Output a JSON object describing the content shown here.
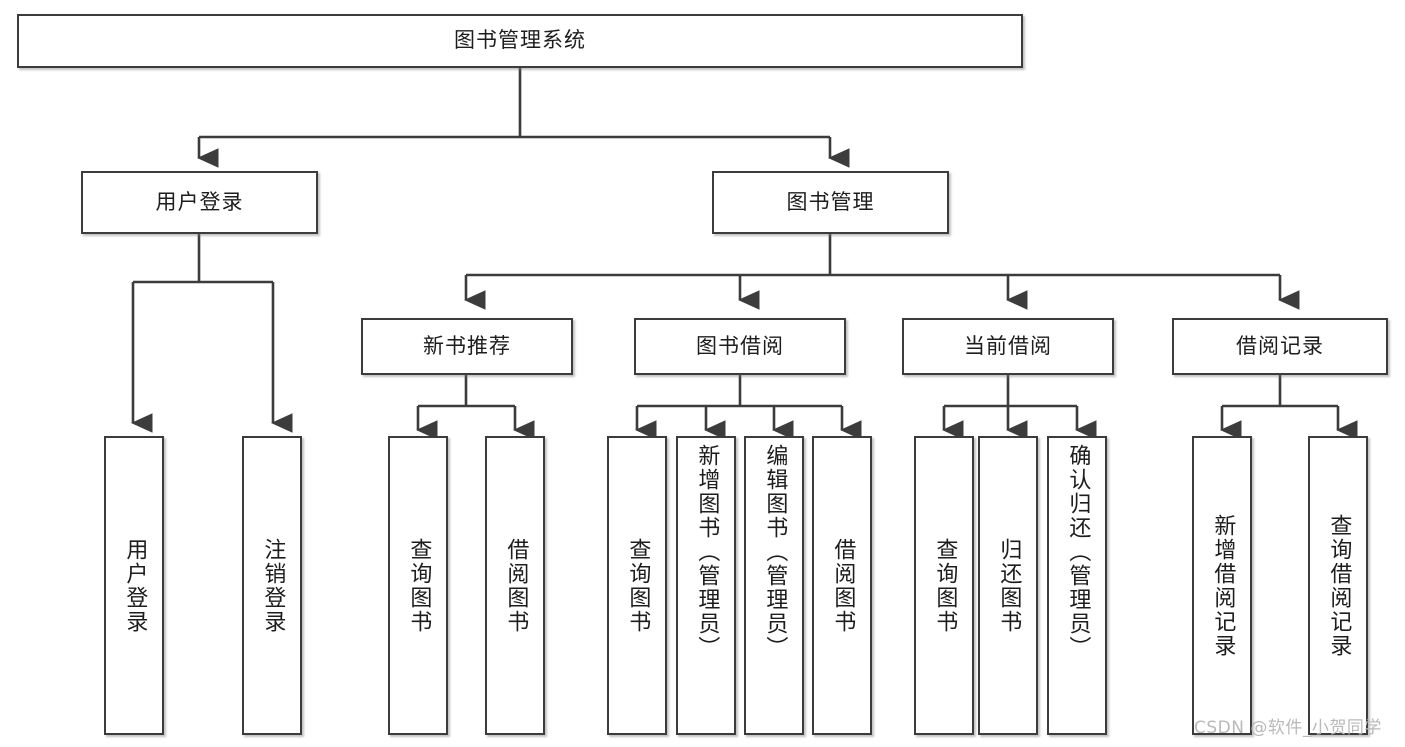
{
  "diagram": {
    "title_node": {
      "label": "图书管理系统"
    },
    "level2": [
      {
        "id": "user-login",
        "label": "用户登录"
      },
      {
        "id": "book-management",
        "label": "图书管理"
      }
    ],
    "level3": [
      {
        "id": "new-book-recommend",
        "label": "新书推荐"
      },
      {
        "id": "book-borrow",
        "label": "图书借阅"
      },
      {
        "id": "current-borrow",
        "label": "当前借阅"
      },
      {
        "id": "borrow-record",
        "label": "借阅记录"
      }
    ],
    "leaves": {
      "user_login": [
        {
          "id": "leaf-user-login",
          "label": "用户登录"
        },
        {
          "id": "leaf-user-logout",
          "label": "注销登录"
        }
      ],
      "new_book_recommend": [
        {
          "id": "leaf-query-book-1",
          "label": "查询图书"
        },
        {
          "id": "leaf-borrow-book-1",
          "label": "借阅图书"
        }
      ],
      "book_borrow": [
        {
          "id": "leaf-query-book-2",
          "label": "查询图书"
        },
        {
          "id": "leaf-add-book",
          "label": "新增图书（管理员）"
        },
        {
          "id": "leaf-edit-book",
          "label": "编辑图书（管理员）"
        },
        {
          "id": "leaf-borrow-book-2",
          "label": "借阅图书"
        }
      ],
      "current_borrow": [
        {
          "id": "leaf-query-book-3",
          "label": "查询图书"
        },
        {
          "id": "leaf-return-book",
          "label": "归还图书"
        },
        {
          "id": "leaf-confirm-return",
          "label": "确认归还（管理员）"
        }
      ],
      "borrow_record": [
        {
          "id": "leaf-add-record",
          "label": "新增借阅记录"
        },
        {
          "id": "leaf-query-record",
          "label": "查询借阅记录"
        }
      ]
    },
    "colors": {
      "stroke": "#3c3c3c",
      "fill": "#ffffff",
      "text": "#1d1d1d",
      "watermark": "#b9b9b9"
    }
  },
  "watermark": {
    "text": "CSDN @软件_小贺同学"
  }
}
